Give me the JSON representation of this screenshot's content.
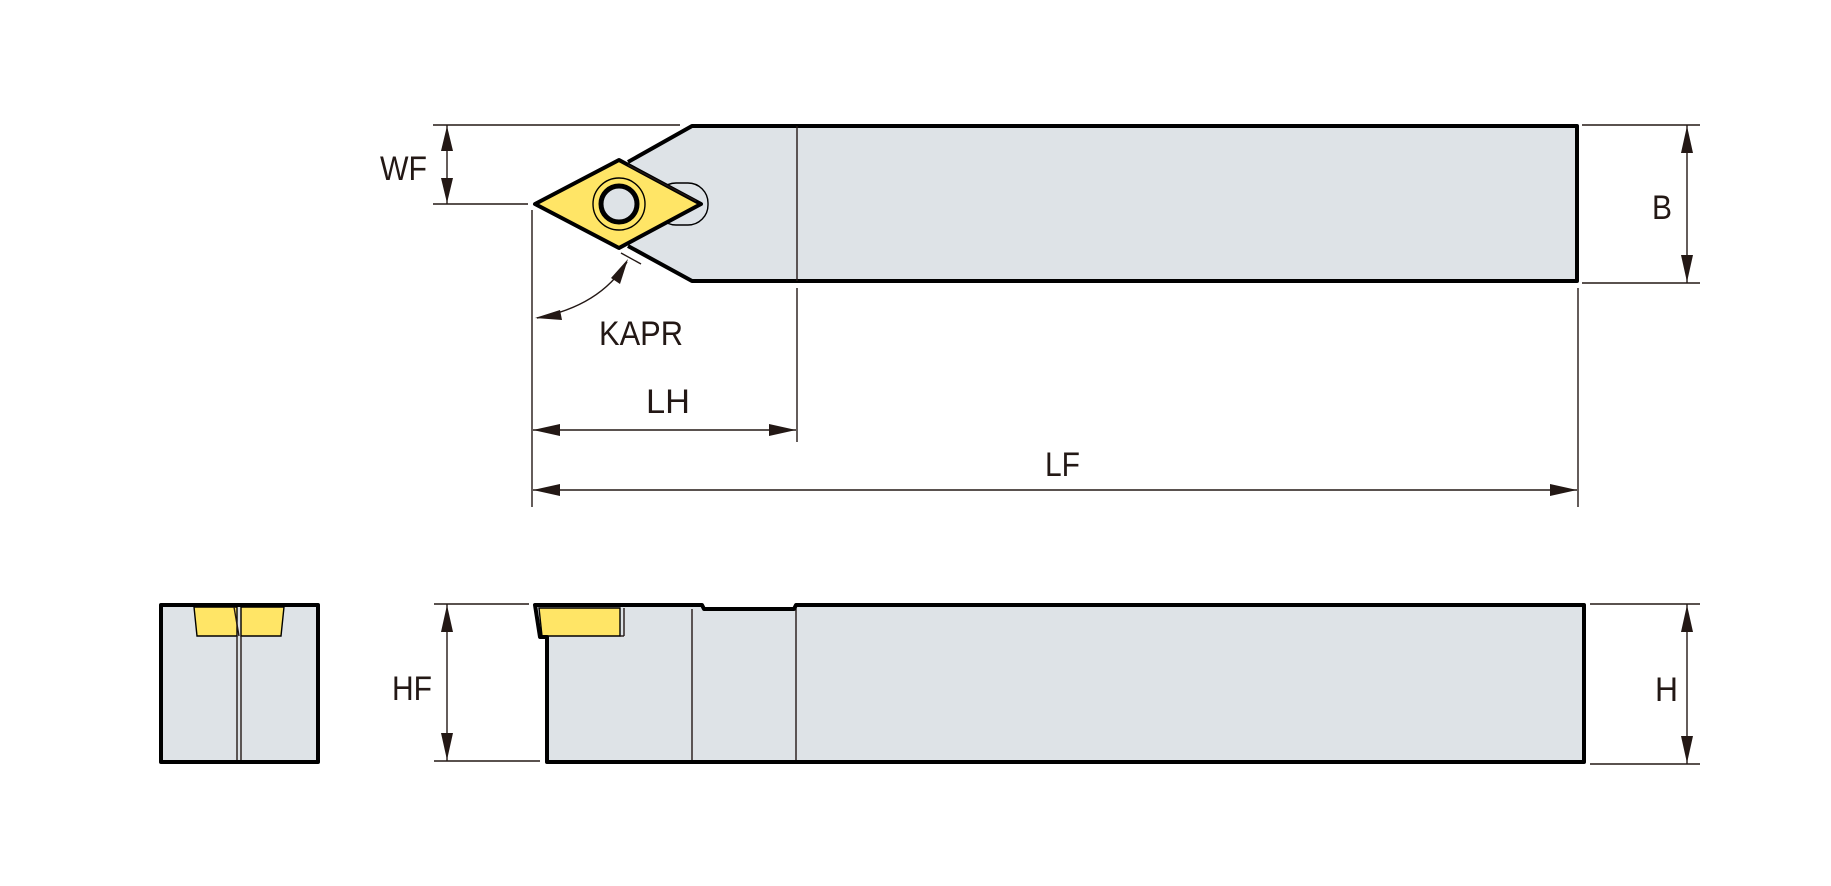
{
  "title": "Turning tool holder dimension drawing",
  "colors": {
    "body": "#dee3e7",
    "insert": "#ffe566",
    "outline": "#000000",
    "dimension": "#231815"
  },
  "labels": {
    "wf": "WF",
    "b": "B",
    "kapr": "KAPR",
    "lh": "LH",
    "lf": "LF",
    "hf": "HF",
    "h": "H"
  }
}
